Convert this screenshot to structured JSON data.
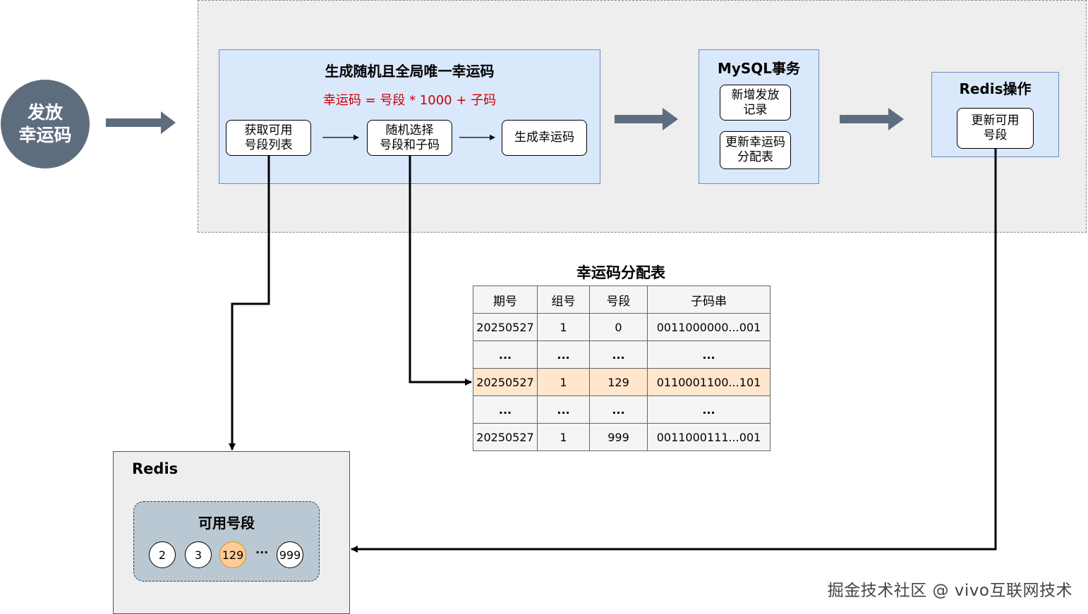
{
  "start": {
    "label": "发放\n幸运码"
  },
  "panel_generate": {
    "title": "生成随机且全局唯一幸运码",
    "formula": "幸运码 = 号段 * 1000 + 子码",
    "steps": [
      {
        "label": "获取可用\n号段列表"
      },
      {
        "label": "随机选择\n号段和子码"
      },
      {
        "label": "生成幸运码"
      }
    ]
  },
  "panel_mysql": {
    "title": "MySQL事务",
    "steps": [
      {
        "label": "新增发放\n记录"
      },
      {
        "label": "更新幸运码\n分配表"
      }
    ]
  },
  "panel_redis_op": {
    "title": "Redis操作",
    "steps": [
      {
        "label": "更新可用\n号段"
      }
    ]
  },
  "alloc_table": {
    "title": "幸运码分配表",
    "headers": [
      "期号",
      "组号",
      "号段",
      "子码串"
    ],
    "rows": [
      {
        "cells": [
          "20250527",
          "1",
          "0",
          "0011000000...001"
        ],
        "highlight": false
      },
      {
        "cells": [
          "...",
          "...",
          "...",
          "..."
        ],
        "highlight": false
      },
      {
        "cells": [
          "20250527",
          "1",
          "129",
          "0110001100...101"
        ],
        "highlight": true
      },
      {
        "cells": [
          "...",
          "...",
          "...",
          "..."
        ],
        "highlight": false
      },
      {
        "cells": [
          "20250527",
          "1",
          "999",
          "0011000111...001"
        ],
        "highlight": false
      }
    ]
  },
  "redis_store": {
    "title": "Redis",
    "pool_title": "可用号段",
    "segments": [
      {
        "label": "2",
        "highlight": false
      },
      {
        "label": "3",
        "highlight": false
      },
      {
        "label": "129",
        "highlight": true
      },
      {
        "label": "999",
        "highlight": false
      }
    ],
    "ellipsis": "···"
  },
  "colors": {
    "panel_fill": "#dae8fc",
    "panel_border": "#6c8ebf",
    "block_arrow": "#5d6d7e",
    "formula_text": "#cc0000",
    "highlight_fill": "#ffe6cc",
    "pool_fill": "#bac8d3"
  },
  "watermark": "掘金技术社区 @ vivo互联网技术"
}
